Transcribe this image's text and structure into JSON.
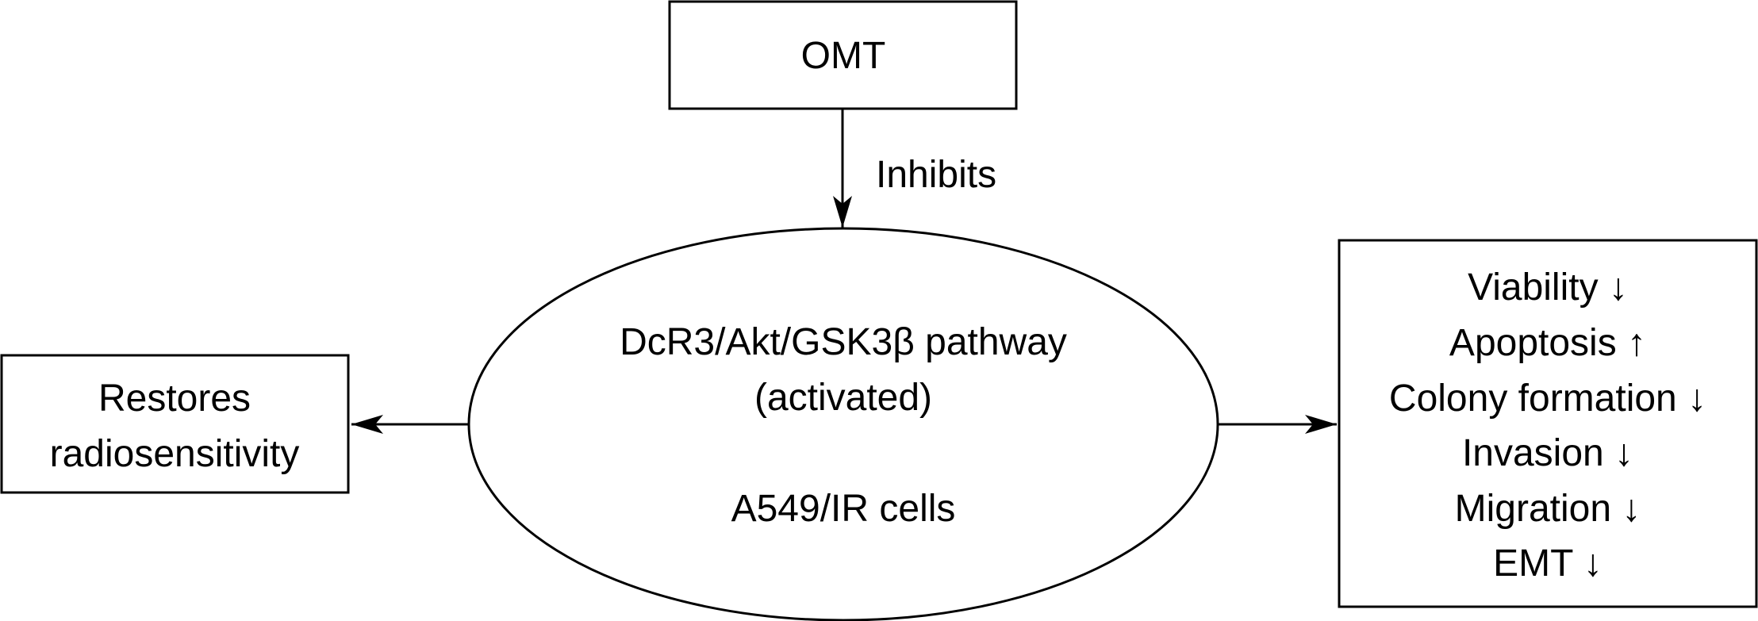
{
  "colors": {
    "stroke": "#000000",
    "background": "#ffffff",
    "text": "#000000"
  },
  "nodes": {
    "omt": {
      "label": "OMT"
    },
    "pathway": {
      "line1": "DcR3/Akt/GSK3β pathway",
      "line2": "(activated)",
      "cells": "A549/IR cells"
    },
    "restores": {
      "line1": "Restores",
      "line2": "radiosensitivity"
    },
    "effects": {
      "items": [
        "Viability ↓",
        "Apoptosis ↑",
        "Colony formation ↓",
        "Invasion ↓",
        "Migration ↓",
        "EMT ↓"
      ]
    }
  },
  "edges": {
    "omt_to_pathway": {
      "label": "Inhibits"
    }
  }
}
